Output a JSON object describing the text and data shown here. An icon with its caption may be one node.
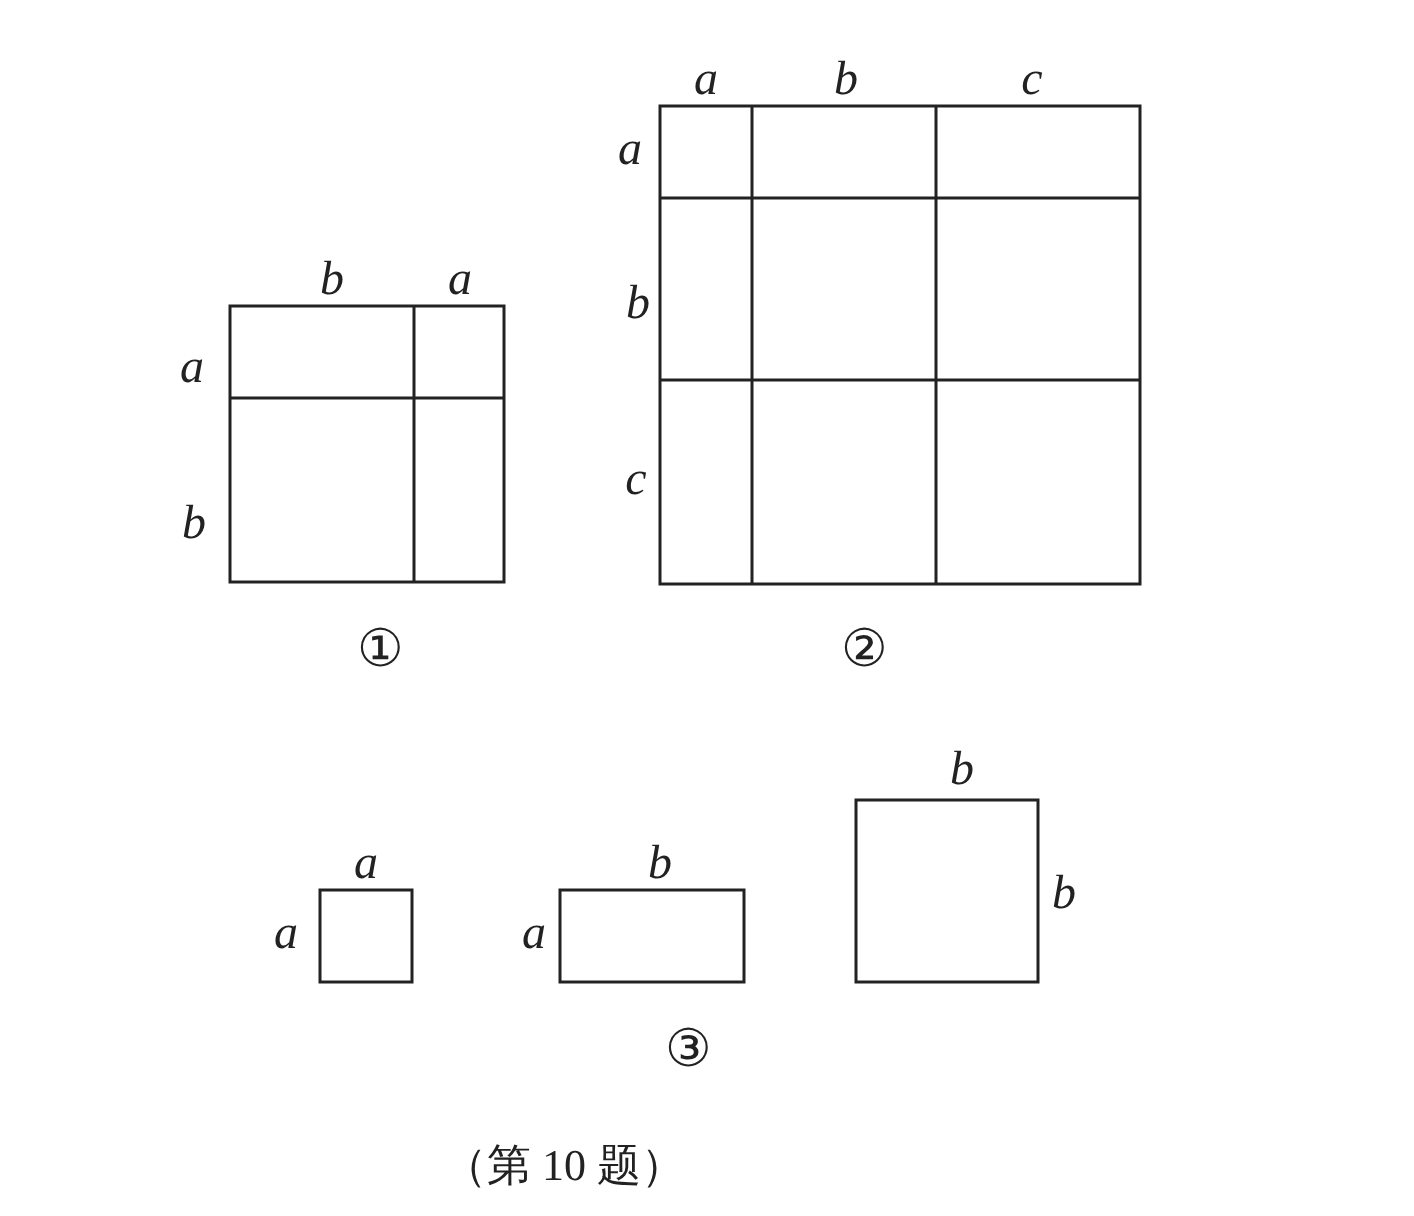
{
  "diagram": {
    "caption": "（第 10 题）",
    "labels": [
      "a",
      "b",
      "c",
      "a",
      "b",
      "a",
      "a",
      "b",
      "b",
      "c",
      "①",
      "②",
      "b",
      "a",
      "b",
      "b",
      "a",
      "a",
      "③"
    ]
  }
}
